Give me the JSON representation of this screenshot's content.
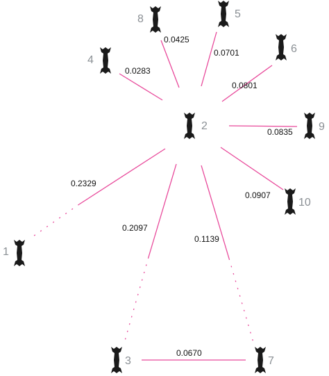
{
  "diagram": {
    "nodes": [
      {
        "id": "2",
        "label": "2"
      },
      {
        "id": "8",
        "label": "8"
      },
      {
        "id": "5",
        "label": "5"
      },
      {
        "id": "4",
        "label": "4"
      },
      {
        "id": "6",
        "label": "6"
      },
      {
        "id": "9",
        "label": "9"
      },
      {
        "id": "10",
        "label": "10"
      },
      {
        "id": "1",
        "label": "1"
      },
      {
        "id": "3",
        "label": "3"
      },
      {
        "id": "7",
        "label": "7"
      }
    ],
    "edges": [
      {
        "from": "2",
        "to": "8",
        "weight": "0.0425"
      },
      {
        "from": "2",
        "to": "5",
        "weight": "0.0701"
      },
      {
        "from": "2",
        "to": "4",
        "weight": "0.0283"
      },
      {
        "from": "2",
        "to": "6",
        "weight": "0.0801"
      },
      {
        "from": "2",
        "to": "9",
        "weight": "0.0835"
      },
      {
        "from": "2",
        "to": "10",
        "weight": "0.0907"
      },
      {
        "from": "2",
        "to": "1",
        "weight": "0.2329"
      },
      {
        "from": "2",
        "to": "3",
        "weight": "0.2097"
      },
      {
        "from": "2",
        "to": "7",
        "weight": "0.1139"
      },
      {
        "from": "3",
        "to": "7",
        "weight": "0.0670"
      }
    ],
    "colors": {
      "edge": "#e8489a",
      "node": "#1a1a1a",
      "node_label": "#8a8f94",
      "edge_label": "#111111"
    },
    "node_icon": "bone-icon"
  }
}
